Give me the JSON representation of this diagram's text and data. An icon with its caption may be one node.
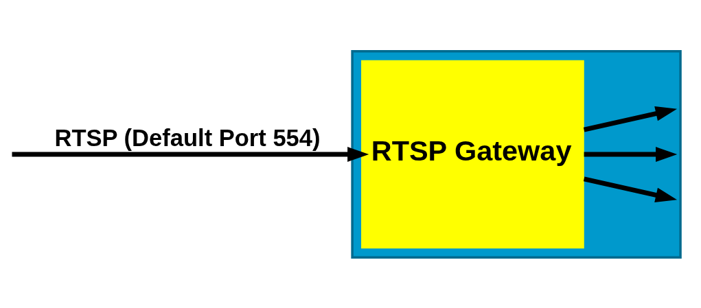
{
  "diagram": {
    "nodes": [
      {
        "text": [],
        "shape": "box"
      },
      {
        "text": [
          "RTSP Gateway"
        ],
        "in": 0
      }
    ],
    "edges": [
      {
        "from": null,
        "to": 1,
        "arrow": "to",
        "label": "RTSP (Default Port 554)"
      },
      {
        "from": 1,
        "to": null,
        "arrow": "to"
      },
      {
        "from": 1,
        "to": null,
        "arrow": "to"
      },
      {
        "from": 1,
        "to": null,
        "arrow": "to"
      }
    ]
  }
}
